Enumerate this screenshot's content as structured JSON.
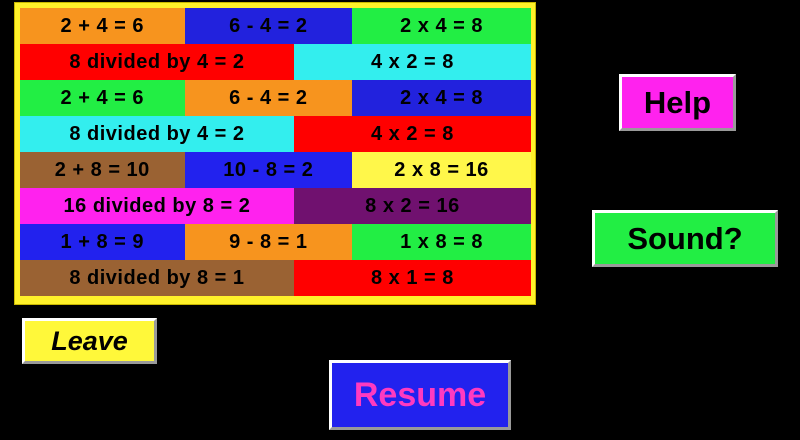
{
  "app": {
    "background_color": "#000000"
  },
  "fact_table": {
    "border_color": "#FFF12A",
    "rows": [
      {
        "layout": "three",
        "cells": [
          {
            "text": "2 + 4 = 6",
            "bg": "#F7941E"
          },
          {
            "text": "6 - 4 = 2",
            "bg": "#2222DD"
          },
          {
            "text": "2 x 4 = 8",
            "bg": "#22EE44"
          }
        ]
      },
      {
        "layout": "two",
        "cells": [
          {
            "text": "8 divided by 4 = 2",
            "bg": "#FF0000"
          },
          {
            "text": "4 x 2 = 8",
            "bg": "#33EEEE"
          }
        ]
      },
      {
        "layout": "three",
        "cells": [
          {
            "text": "2 + 4 = 6",
            "bg": "#22EE44"
          },
          {
            "text": "6 - 4 = 2",
            "bg": "#F7941E"
          },
          {
            "text": "2 x 4 = 8",
            "bg": "#2222DD"
          }
        ]
      },
      {
        "layout": "two",
        "cells": [
          {
            "text": "8 divided by 4 = 2",
            "bg": "#33EEEE"
          },
          {
            "text": "4 x 2 = 8",
            "bg": "#FF0000"
          }
        ]
      },
      {
        "layout": "three",
        "cells": [
          {
            "text": "2 + 8 = 10",
            "bg": "#9A6233"
          },
          {
            "text": "10 - 8 = 2",
            "bg": "#2222EE"
          },
          {
            "text": "2 x 8 = 16",
            "bg": "#FFF74A"
          }
        ]
      },
      {
        "layout": "two",
        "cells": [
          {
            "text": "16 divided by 8 = 2",
            "bg": "#FF22EE"
          },
          {
            "text": "8 x 2 = 16",
            "bg": "#70116F"
          }
        ]
      },
      {
        "layout": "three",
        "cells": [
          {
            "text": "1 + 8 = 9",
            "bg": "#2222EE"
          },
          {
            "text": "9 - 8 = 1",
            "bg": "#F7941E"
          },
          {
            "text": "1 x 8 = 8",
            "bg": "#22EE44"
          }
        ]
      },
      {
        "layout": "two",
        "cells": [
          {
            "text": "8 divided by 8 = 1",
            "bg": "#9A6233"
          },
          {
            "text": "8 x 1 = 8",
            "bg": "#FF0000"
          }
        ]
      }
    ]
  },
  "buttons": {
    "help": {
      "label": "Help",
      "bg": "#FF22EE",
      "text_color": "#000000"
    },
    "sound": {
      "label": "Sound?",
      "bg": "#22EE44",
      "text_color": "#000000"
    },
    "leave": {
      "label": "Leave",
      "bg": "#FFF83A",
      "text_color": "#000000"
    },
    "resume": {
      "label": "Resume",
      "bg": "#2222EE",
      "text_color": "#FF3AC0"
    }
  }
}
